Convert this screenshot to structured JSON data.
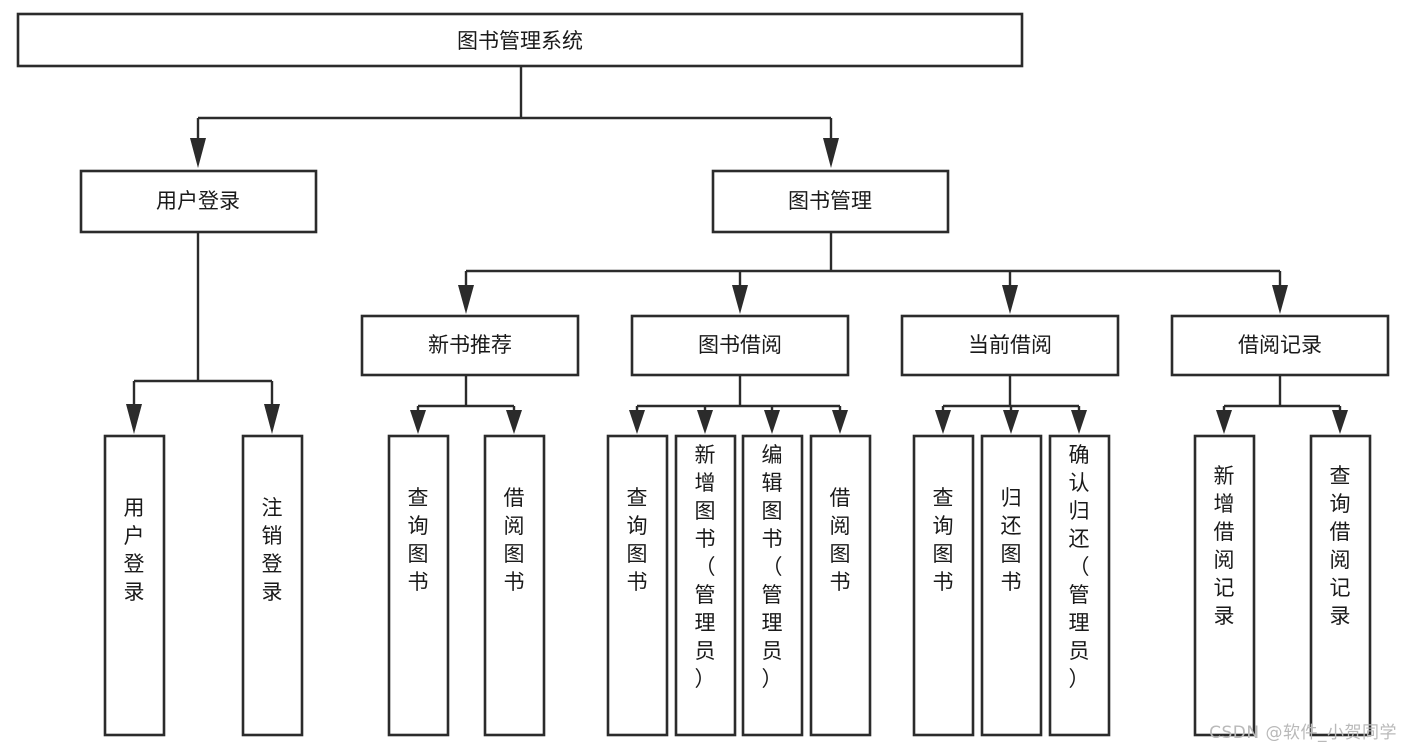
{
  "diagram": {
    "title": "图书管理系统",
    "type": "tree-hierarchy-diagram",
    "watermark": "CSDN @软件_小贺同学",
    "colors": {
      "background": "#ffffff",
      "box_fill": "#ffffff",
      "box_stroke": "#2b2b2b",
      "text": "#1a1a1a",
      "watermark": "#b9b9b9"
    },
    "root": {
      "label": "图书管理系统"
    },
    "level2": [
      {
        "label": "用户登录"
      },
      {
        "label": "图书管理"
      }
    ],
    "level3": [
      {
        "label": "新书推荐"
      },
      {
        "label": "图书借阅"
      },
      {
        "label": "当前借阅"
      },
      {
        "label": "借阅记录"
      }
    ],
    "leaves": {
      "user_login": [
        {
          "label": "用户登录"
        },
        {
          "label": "注销登录"
        }
      ],
      "new_book_recommend": [
        {
          "label": "查询图书"
        },
        {
          "label": "借阅图书"
        }
      ],
      "book_borrow": [
        {
          "label": "查询图书"
        },
        {
          "label": "新增图书（管理员）"
        },
        {
          "label": "编辑图书（管理员）"
        },
        {
          "label": "借阅图书"
        }
      ],
      "current_borrow": [
        {
          "label": "查询图书"
        },
        {
          "label": "归还图书"
        },
        {
          "label": "确认归还（管理员）"
        }
      ],
      "borrow_record": [
        {
          "label": "新增借阅记录"
        },
        {
          "label": "查询借阅记录"
        }
      ]
    }
  }
}
